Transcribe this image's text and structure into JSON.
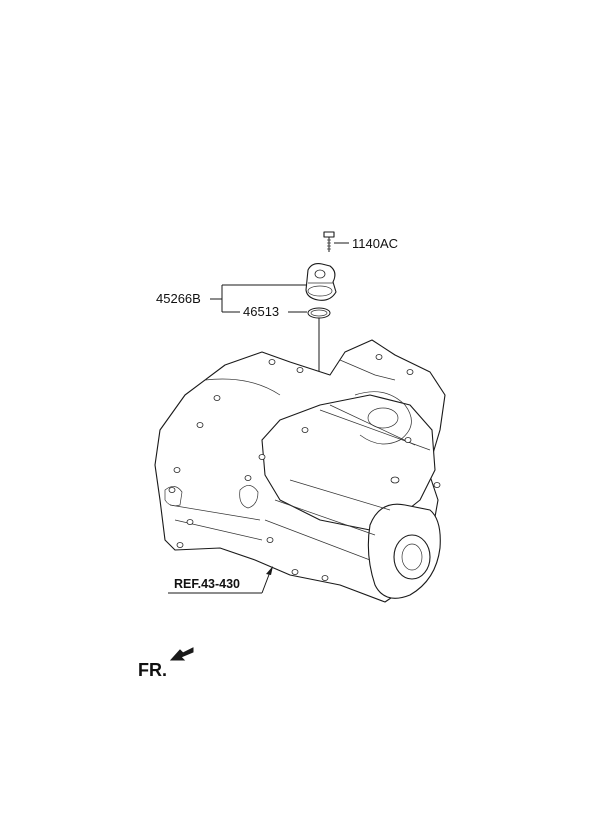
{
  "diagram": {
    "parts": [
      {
        "number": "1140AC",
        "part": "bolt"
      },
      {
        "number": "45266B",
        "part": "breather assembly"
      },
      {
        "number": "46513",
        "part": "o-ring"
      }
    ],
    "reference": "REF.43-430",
    "direction_label": "FR."
  },
  "colors": {
    "line": "#1a1a1a",
    "background": "#ffffff"
  }
}
